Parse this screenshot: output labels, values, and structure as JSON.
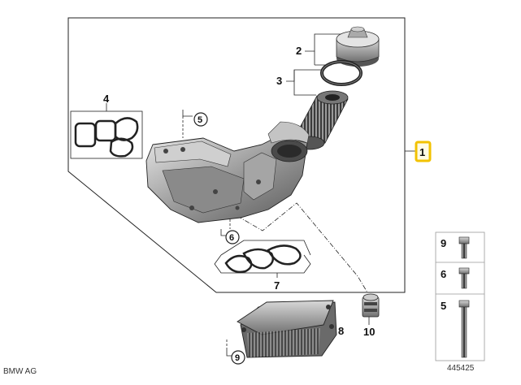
{
  "diagram": {
    "callouts": {
      "c1": "1",
      "c2": "2",
      "c3": "3",
      "c4": "4",
      "c5": "5",
      "c6": "6",
      "c7": "7",
      "c8": "8",
      "c9": "9",
      "c10": "10"
    },
    "legend": {
      "items": [
        {
          "number": "9"
        },
        {
          "number": "6"
        },
        {
          "number": "5"
        }
      ]
    },
    "footer": {
      "brand": "BMW AG",
      "image_number": "445425"
    },
    "colors": {
      "highlight": "#f2c200",
      "line": "#222222",
      "part_dark": "#555555",
      "part_light": "#bbbbbb"
    }
  }
}
